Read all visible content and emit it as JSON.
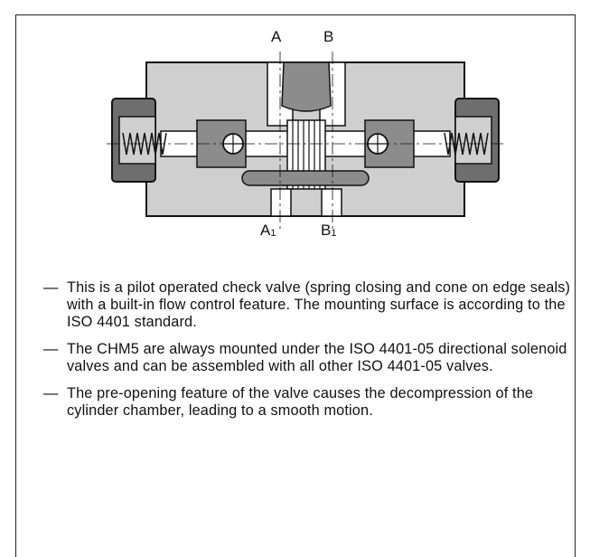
{
  "diagram": {
    "ports": {
      "top_left": "A",
      "top_right": "B",
      "bottom_left": "A",
      "bottom_left_sub": "1",
      "bottom_right": "B",
      "bottom_right_sub": "1"
    },
    "colors": {
      "body": "#cfcfcf",
      "dark": "#6e6e6e",
      "outline": "#111111"
    }
  },
  "bullet_marker": "—",
  "bullets": [
    "This is a pilot operated check valve (spring closing and cone on edge seals) with a built-in flow control feature. The mounting surface is according to the ISO 4401 standard.",
    "The CHM5 are always mounted under the ISO 4401-05 directional solenoid valves and can be assembled with all other ISO 4401-05 valves.",
    "The pre-opening feature of the valve causes the decompression of the cylinder chamber, leading to a smooth motion."
  ]
}
